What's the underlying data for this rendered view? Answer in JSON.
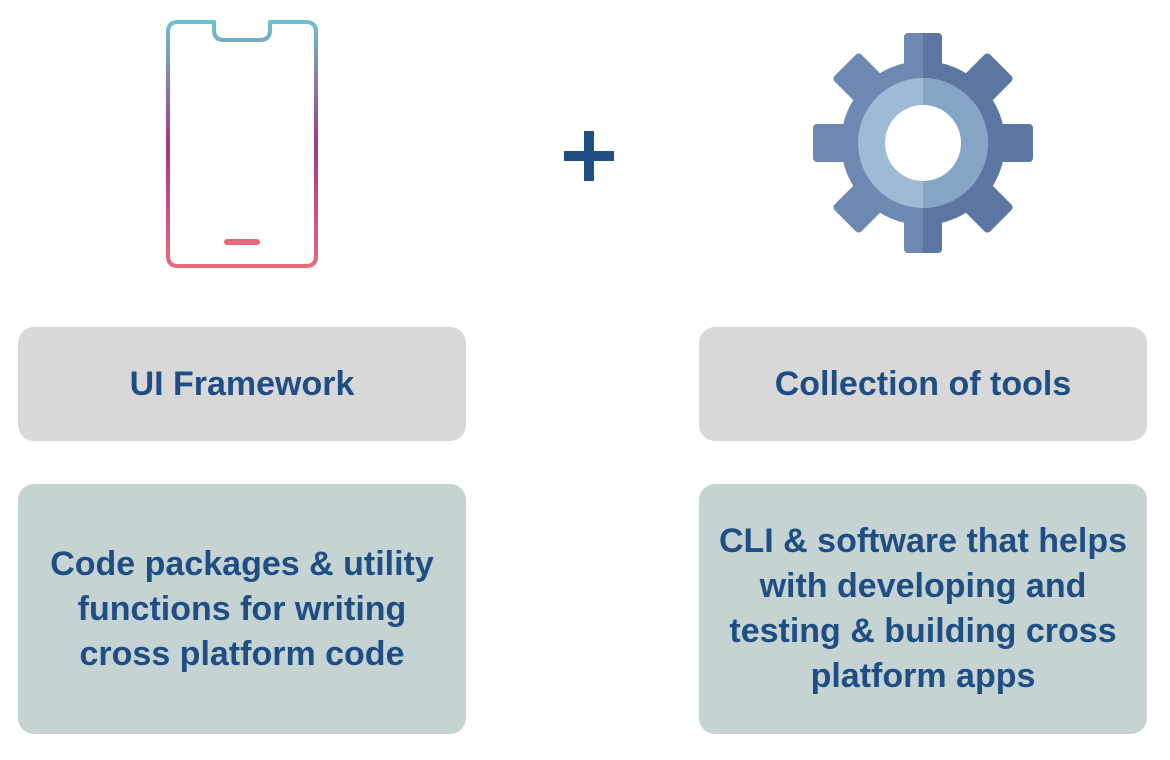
{
  "left": {
    "icon": "smartphone-icon",
    "title": "UI Framework",
    "description": "Code packages & utility functions for writing cross platform code"
  },
  "connector": {
    "icon": "plus-icon",
    "color": "#1f4e85"
  },
  "right": {
    "icon": "gear-icon",
    "title": "Collection of tools",
    "description": "CLI & software that helps with developing and testing & building cross platform apps"
  },
  "colors": {
    "text": "#1f4e85",
    "title_box": "#d8d8d8",
    "desc_box": "#c5d4d3",
    "phone_gradient_top": "#6cc0cf",
    "phone_gradient_mid": "#a0378f",
    "phone_gradient_bottom": "#e56a7c",
    "gear_outer": "#6d89b2",
    "gear_inner": "#9dbad6"
  }
}
